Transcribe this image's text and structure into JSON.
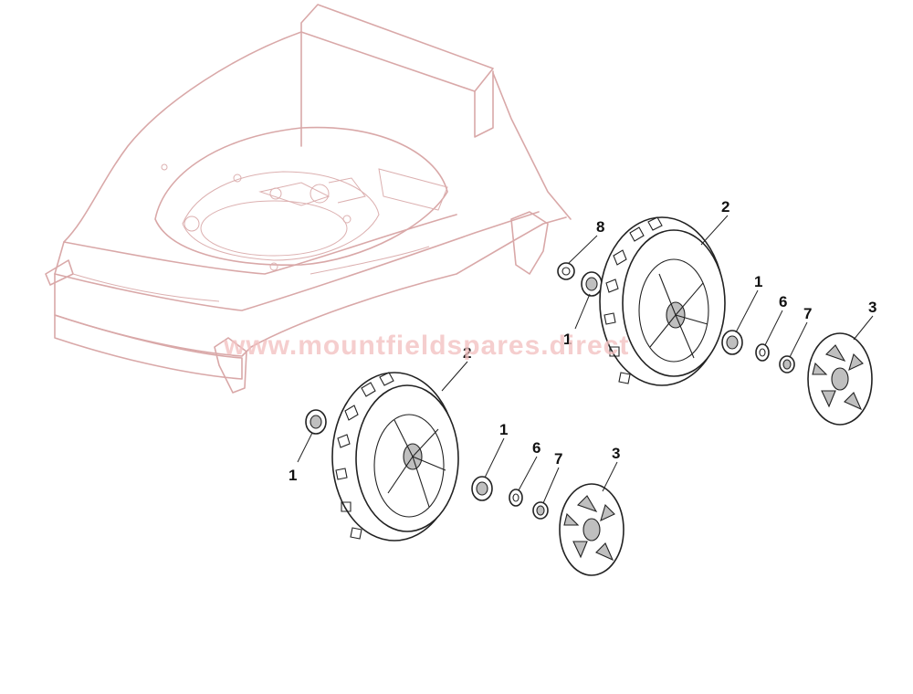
{
  "watermark": "www.mountfieldspares.direct",
  "callouts": {
    "nut_upper": "1",
    "wheel_upper": "2",
    "cap_upper": "3",
    "washer6_upper": "6",
    "bush7_upper": "7",
    "washer8_upper": "8",
    "nut_upper_left": "1",
    "nut_lower_left": "1",
    "wheel_lower": "2",
    "nut_lower": "1",
    "washer6_lower": "6",
    "bush7_lower": "7",
    "cap_lower": "3"
  },
  "colors": {
    "deck_outline": "#d9a8a8",
    "parts_outline": "#222222",
    "watermark": "#f3c2c2"
  }
}
